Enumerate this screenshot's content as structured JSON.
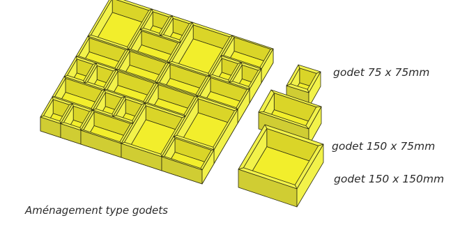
{
  "captions": {
    "cup_75x75": "godet 75 x 75mm",
    "cup_150x75": "godet 150 x 75mm",
    "cup_150x150": "godet 150 x 150mm",
    "layout_title": "Aménagement type godets"
  },
  "colors": {
    "cup_face": "#f2f24a",
    "cup_floor": "#f2ee2c",
    "cup_inner_wall": "#dad528",
    "cup_outer_wall": "#d0cd33",
    "outline": "#2f2f12"
  },
  "tray": {
    "grid_units": [
      8,
      6
    ],
    "cups": [
      {
        "size": "150x150",
        "cells": [
          0,
          0,
          2,
          2
        ]
      },
      {
        "size": "75x75",
        "cells": [
          2,
          0,
          1,
          1
        ]
      },
      {
        "size": "75x75",
        "cells": [
          3,
          0,
          1,
          1
        ]
      },
      {
        "size": "150x150",
        "cells": [
          4,
          0,
          2,
          2
        ]
      },
      {
        "size": "150x75",
        "cells": [
          6,
          0,
          2,
          1
        ]
      },
      {
        "size": "150x75",
        "cells": [
          2,
          1,
          2,
          1
        ]
      },
      {
        "size": "75x75",
        "cells": [
          6,
          1,
          1,
          1
        ]
      },
      {
        "size": "75x75",
        "cells": [
          7,
          1,
          1,
          1
        ]
      },
      {
        "size": "150x75",
        "cells": [
          0,
          2,
          2,
          1
        ]
      },
      {
        "size": "150x75",
        "cells": [
          2,
          2,
          2,
          1
        ]
      },
      {
        "size": "150x75",
        "cells": [
          4,
          2,
          2,
          1
        ]
      },
      {
        "size": "150x75",
        "cells": [
          6,
          2,
          2,
          1
        ]
      },
      {
        "size": "75x75",
        "cells": [
          0,
          3,
          1,
          1
        ]
      },
      {
        "size": "75x75",
        "cells": [
          1,
          3,
          1,
          1
        ]
      },
      {
        "size": "150x75",
        "cells": [
          2,
          3,
          2,
          1
        ]
      },
      {
        "size": "150x75",
        "cells": [
          4,
          3,
          2,
          1
        ]
      },
      {
        "size": "150x150",
        "cells": [
          6,
          3,
          2,
          2
        ]
      },
      {
        "size": "150x75",
        "cells": [
          0,
          4,
          2,
          1
        ]
      },
      {
        "size": "75x75",
        "cells": [
          2,
          4,
          1,
          1
        ]
      },
      {
        "size": "75x75",
        "cells": [
          3,
          4,
          1,
          1
        ]
      },
      {
        "size": "150x150",
        "cells": [
          4,
          4,
          2,
          2
        ]
      },
      {
        "size": "75x75",
        "cells": [
          0,
          5,
          1,
          1
        ]
      },
      {
        "size": "75x75",
        "cells": [
          1,
          5,
          1,
          1
        ]
      },
      {
        "size": "150x75",
        "cells": [
          2,
          5,
          2,
          1
        ]
      },
      {
        "size": "150x75",
        "cells": [
          6,
          5,
          2,
          1
        ]
      }
    ]
  },
  "loose_cups": [
    {
      "size": "75x75",
      "cells": [
        1,
        1
      ]
    },
    {
      "size": "150x75",
      "cells": [
        2,
        1
      ]
    },
    {
      "size": "150x150",
      "cells": [
        2,
        2
      ]
    }
  ]
}
